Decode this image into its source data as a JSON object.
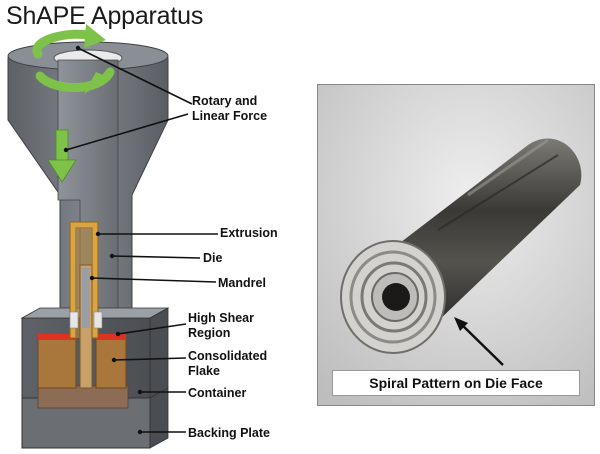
{
  "title": "ShAPE Apparatus",
  "labels": {
    "rotary_force": [
      "Rotary and",
      "Linear Force"
    ],
    "extrusion": "Extrusion",
    "die": "Die",
    "mandrel": "Mandrel",
    "high_shear": [
      "High Shear",
      "Region"
    ],
    "consolidated": [
      "Consolidated",
      "Flake"
    ],
    "container": "Container",
    "backing_plate": "Backing Plate"
  },
  "photo_caption": "Spiral Pattern on Die Face",
  "colors": {
    "die_gray": "#6f7378",
    "extrusion_gold": "#d9a441",
    "flake_brown": "#a9773c",
    "high_shear_red": "#e03222",
    "arrow_green": "#7fc24a"
  }
}
